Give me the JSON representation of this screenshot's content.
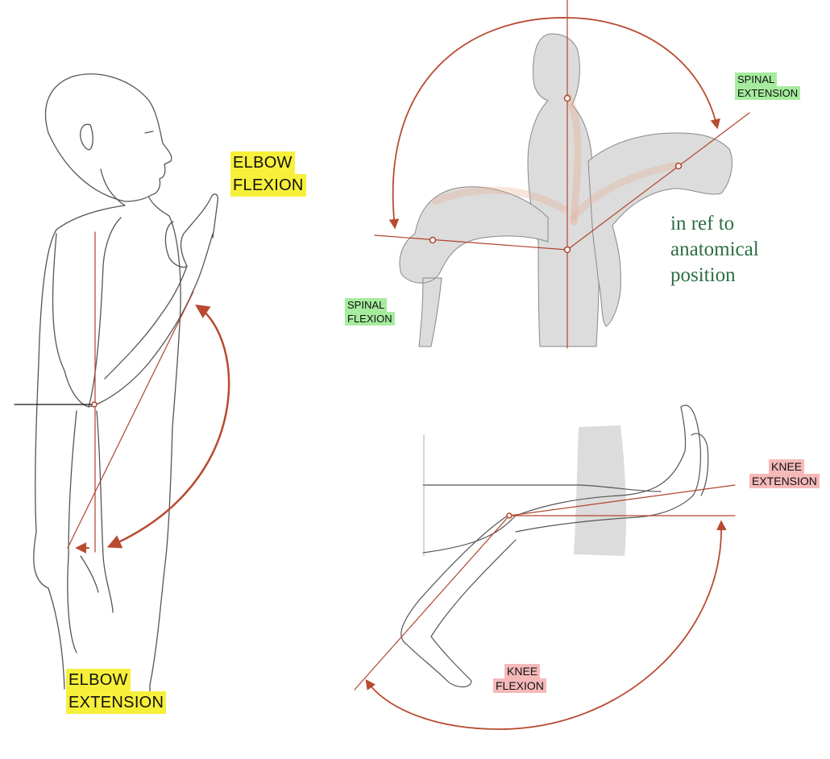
{
  "colors": {
    "outline": "#555555",
    "axis": "#b0442d",
    "arrow": "#b84a30",
    "yellow_highlight": "#f7f03a",
    "green_highlight": "#a6ec9e",
    "pink_highlight": "#f5b9b9",
    "note_text": "#2b6e45",
    "body_fill": "#dcdcdc"
  },
  "labels": {
    "elbow_flexion": [
      "ELBOW",
      "FLEXION"
    ],
    "elbow_extension": [
      "ELBOW",
      "EXTENSION"
    ],
    "spinal_extension": [
      "SPINAL",
      "EXTENSION"
    ],
    "spinal_flexion": [
      "SPINAL",
      "FLEXION"
    ],
    "knee_extension": [
      "KNEE",
      "EXTENSION"
    ],
    "knee_flexion": [
      "KNEE",
      "FLEXION"
    ]
  },
  "annotation": [
    "in ref to",
    "anatomical",
    "position"
  ]
}
